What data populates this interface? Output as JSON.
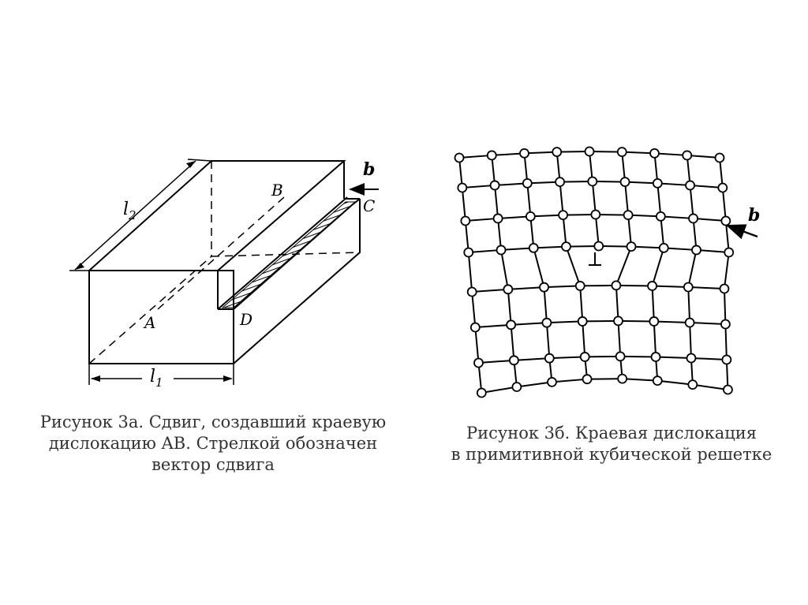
{
  "figure_a": {
    "labels": {
      "l2": "l",
      "l2_sub": "2",
      "l1": "l",
      "l1_sub": "1",
      "A": "A",
      "B": "B",
      "C": "C",
      "D": "D",
      "b": "b"
    },
    "caption_lines": [
      "Рисунок 3а. Сдвиг, создавший краевую",
      "дислокацию AB. Стрелкой обозначен",
      "вектор сдвига"
    ]
  },
  "figure_b": {
    "labels": {
      "b": "b"
    },
    "caption_lines": [
      "Рисунок 3б. Краевая дислокация",
      "в примитивной кубической решетке"
    ]
  }
}
